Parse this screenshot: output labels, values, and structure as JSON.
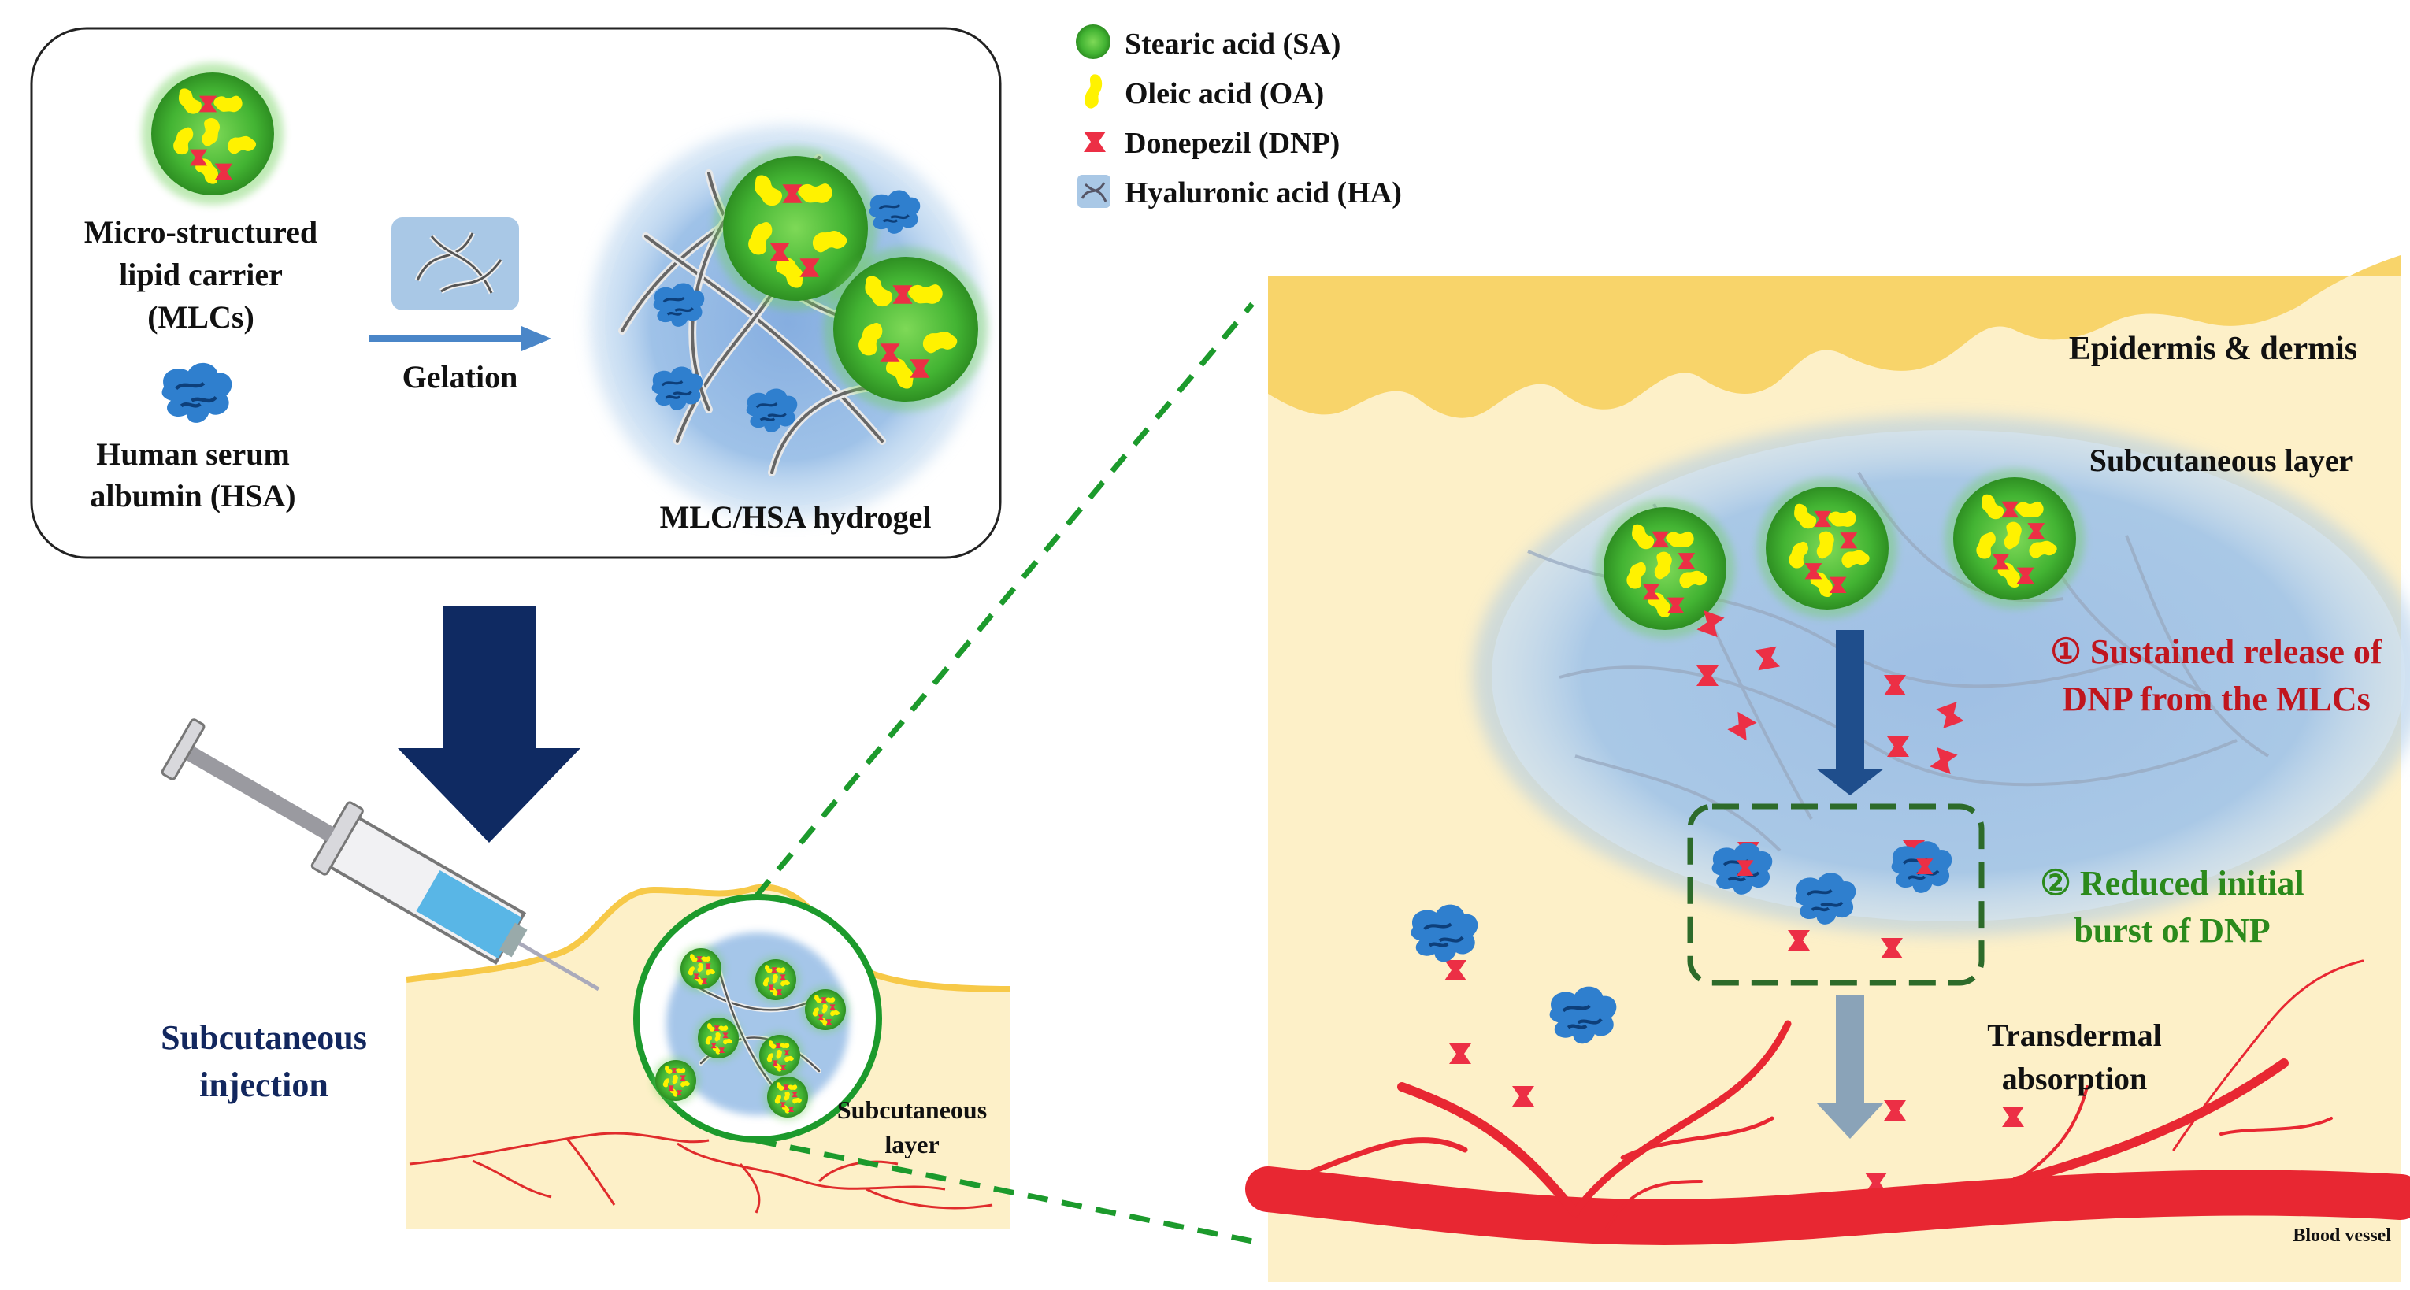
{
  "legend": {
    "items": [
      {
        "label": "Stearic acid (SA)",
        "icon": "green-sphere-icon"
      },
      {
        "label": "Oleic acid (OA)",
        "icon": "yellow-lipid-icon"
      },
      {
        "label": "Donepezil (DNP)",
        "icon": "red-bowtie-icon"
      },
      {
        "label": "Hyaluronic acid (HA)",
        "icon": "hyaluronic-network-icon"
      }
    ]
  },
  "preparation": {
    "mlc_label_line1": "Micro-structured",
    "mlc_label_line2": "lipid carrier",
    "mlc_label_line3": "(MLCs)",
    "hsa_label_line1": "Human serum",
    "hsa_label_line2": "albumin (HSA)",
    "gelation_label": "Gelation",
    "hydrogel_label": "MLC/HSA hydrogel"
  },
  "injection": {
    "label_line1": "Subcutaneous",
    "label_line2": "injection",
    "layer_label_line1": "Subcutaneous",
    "layer_label_line2": "layer"
  },
  "zoom": {
    "epidermis_label": "Epidermis & dermis",
    "subcutaneous_label": "Subcutaneous layer",
    "step1_line1": "① Sustained release of",
    "step1_line2": "DNP from the MLCs",
    "step2_line1": "② Reduced initial",
    "step2_line2": "burst of DNP",
    "transdermal_line1": "Transdermal",
    "transdermal_line2": "absorption",
    "blood_vessel_label": "Blood vessel"
  },
  "colors": {
    "navy": "#12275e",
    "step1_red": "#c0161e",
    "step2_green": "#2b8a1c",
    "skin_yellow": "#f8d46a",
    "tissue_cream": "#fdf0c8",
    "gel_blue": "#a9c8e6",
    "mlc_green": "#4cbb3c",
    "lipid_yellow": "#fff200",
    "dnp_red": "#ec2f45",
    "hsa_blue": "#2f7fce",
    "vessel_red": "#e82732"
  }
}
